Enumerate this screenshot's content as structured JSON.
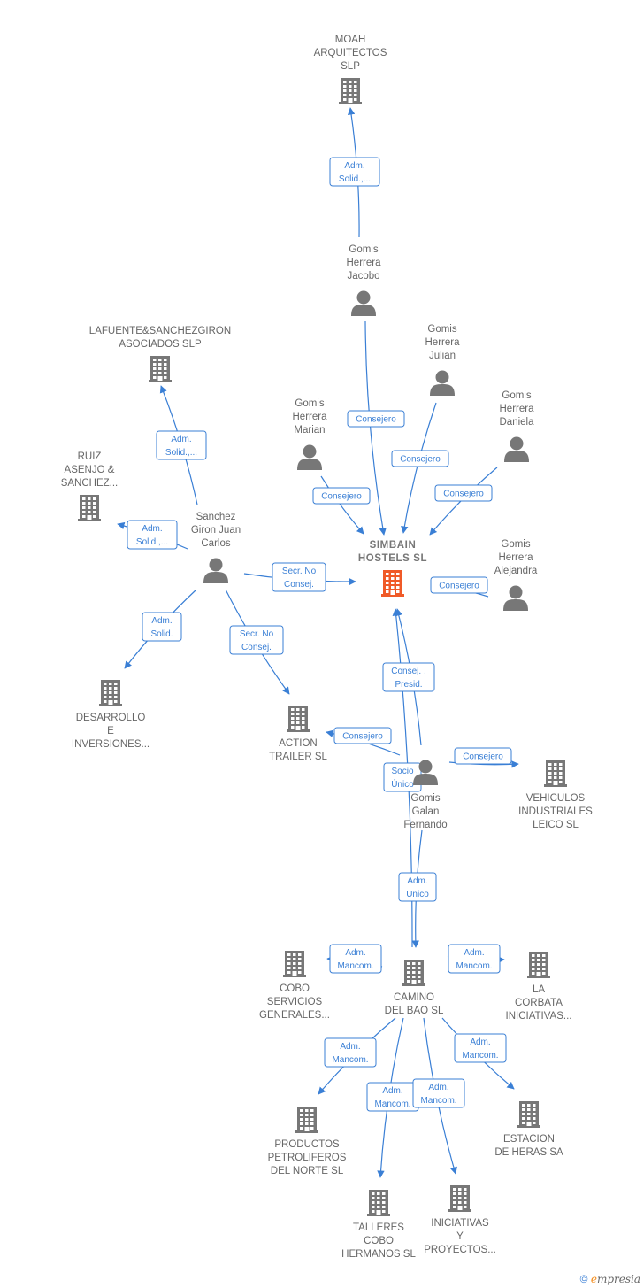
{
  "colors": {
    "edge": "#3a7fd5",
    "company": "#777777",
    "focus_company": "#f05a28",
    "person": "#777777"
  },
  "nodes": [
    {
      "id": "moah",
      "type": "company",
      "label_lines": [
        "MOAH",
        "ARQUITECTOS",
        "SLP"
      ]
    },
    {
      "id": "jacobo",
      "type": "person",
      "label_lines": [
        "Gomis",
        "Herrera",
        "Jacobo"
      ]
    },
    {
      "id": "lafuente",
      "type": "company",
      "label_lines": [
        "LAFUENTE&SANCHEZGIRON",
        "ASOCIADOS SLP"
      ]
    },
    {
      "id": "julian",
      "type": "person",
      "label_lines": [
        "Gomis",
        "Herrera",
        "Julian"
      ]
    },
    {
      "id": "marian",
      "type": "person",
      "label_lines": [
        "Gomis",
        "Herrera",
        "Marian"
      ]
    },
    {
      "id": "daniela",
      "type": "person",
      "label_lines": [
        "Gomis",
        "Herrera",
        "Daniela"
      ]
    },
    {
      "id": "ruiz",
      "type": "company",
      "label_lines": [
        "RUIZ",
        "ASENJO &",
        "SANCHEZ..."
      ]
    },
    {
      "id": "sanchez",
      "type": "person",
      "label_lines": [
        "Sanchez",
        "Giron Juan",
        "Carlos"
      ]
    },
    {
      "id": "simbain",
      "type": "focus",
      "label_lines": [
        "SIMBAIN",
        "HOSTELS SL"
      ]
    },
    {
      "id": "alejandra",
      "type": "person",
      "label_lines": [
        "Gomis",
        "Herrera",
        "Alejandra"
      ]
    },
    {
      "id": "desarrollo",
      "type": "company",
      "label_lines": [
        "DESARROLLO",
        "E",
        "INVERSIONES..."
      ]
    },
    {
      "id": "action",
      "type": "company",
      "label_lines": [
        "ACTION",
        "TRAILER SL"
      ]
    },
    {
      "id": "fernando",
      "type": "person",
      "label_lines": [
        "Gomis",
        "Galan",
        "Fernando"
      ]
    },
    {
      "id": "vehiculos",
      "type": "company",
      "label_lines": [
        "VEHICULOS",
        "INDUSTRIALES",
        "LEICO SL"
      ]
    },
    {
      "id": "cobo",
      "type": "company",
      "label_lines": [
        "COBO",
        "SERVICIOS",
        "GENERALES..."
      ]
    },
    {
      "id": "camino",
      "type": "company",
      "label_lines": [
        "CAMINO",
        "DEL BAO SL"
      ]
    },
    {
      "id": "corbata",
      "type": "company",
      "label_lines": [
        "LA",
        "CORBATA",
        "INICIATIVAS..."
      ]
    },
    {
      "id": "productos",
      "type": "company",
      "label_lines": [
        "PRODUCTOS",
        "PETROLIFEROS",
        "DEL NORTE SL"
      ]
    },
    {
      "id": "estacion",
      "type": "company",
      "label_lines": [
        "ESTACION",
        "DE HERAS SA"
      ]
    },
    {
      "id": "talleres",
      "type": "company",
      "label_lines": [
        "TALLERES",
        "COBO",
        "HERMANOS SL"
      ]
    },
    {
      "id": "iniciativas",
      "type": "company",
      "label_lines": [
        "INICIATIVAS",
        "Y",
        "PROYECTOS..."
      ]
    }
  ],
  "edges": [
    {
      "from": "jacobo",
      "to": "moah",
      "label_lines": [
        "Adm.",
        "Solid.,..."
      ]
    },
    {
      "from": "jacobo",
      "to": "simbain",
      "label_lines": [
        "Consejero"
      ]
    },
    {
      "from": "julian",
      "to": "simbain",
      "label_lines": [
        "Consejero"
      ]
    },
    {
      "from": "marian",
      "to": "simbain",
      "label_lines": [
        "Consejero"
      ]
    },
    {
      "from": "daniela",
      "to": "simbain",
      "label_lines": [
        "Consejero"
      ]
    },
    {
      "from": "alejandra",
      "to": "simbain",
      "label_lines": [
        "Consejero"
      ]
    },
    {
      "from": "sanchez",
      "to": "lafuente",
      "label_lines": [
        "Adm.",
        "Solid.,..."
      ]
    },
    {
      "from": "sanchez",
      "to": "ruiz",
      "label_lines": [
        "Adm.",
        "Solid.,..."
      ]
    },
    {
      "from": "sanchez",
      "to": "simbain",
      "label_lines": [
        "Secr.  No",
        "Consej."
      ]
    },
    {
      "from": "sanchez",
      "to": "desarrollo",
      "label_lines": [
        "Adm.",
        "Solid."
      ]
    },
    {
      "from": "sanchez",
      "to": "action",
      "label_lines": [
        "Secr.  No",
        "Consej."
      ]
    },
    {
      "from": "fernando",
      "to": "simbain",
      "label_lines": [
        "Consej. ,",
        "Presid."
      ]
    },
    {
      "from": "fernando",
      "to": "action",
      "label_lines": [
        "Consejero"
      ]
    },
    {
      "from": "fernando",
      "to": "vehiculos",
      "label_lines": [
        "Consejero"
      ]
    },
    {
      "from": "camino",
      "to": "simbain",
      "label_lines": [
        "Socio",
        "Único"
      ]
    },
    {
      "from": "fernando",
      "to": "camino",
      "label_lines": [
        "Adm.",
        "Unico"
      ]
    },
    {
      "from": "camino",
      "to": "cobo",
      "label_lines": [
        "Adm.",
        "Mancom."
      ]
    },
    {
      "from": "camino",
      "to": "corbata",
      "label_lines": [
        "Adm.",
        "Mancom."
      ]
    },
    {
      "from": "camino",
      "to": "productos",
      "label_lines": [
        "Adm.",
        "Mancom."
      ]
    },
    {
      "from": "camino",
      "to": "estacion",
      "label_lines": [
        "Adm.",
        "Mancom."
      ]
    },
    {
      "from": "camino",
      "to": "talleres",
      "label_lines": [
        "Adm.",
        "Mancom."
      ]
    },
    {
      "from": "camino",
      "to": "iniciativas",
      "label_lines": [
        "Adm.",
        "Mancom."
      ]
    }
  ],
  "footer": {
    "copyright": "©",
    "brand_initial": "e",
    "brand_rest": "mpresia"
  }
}
